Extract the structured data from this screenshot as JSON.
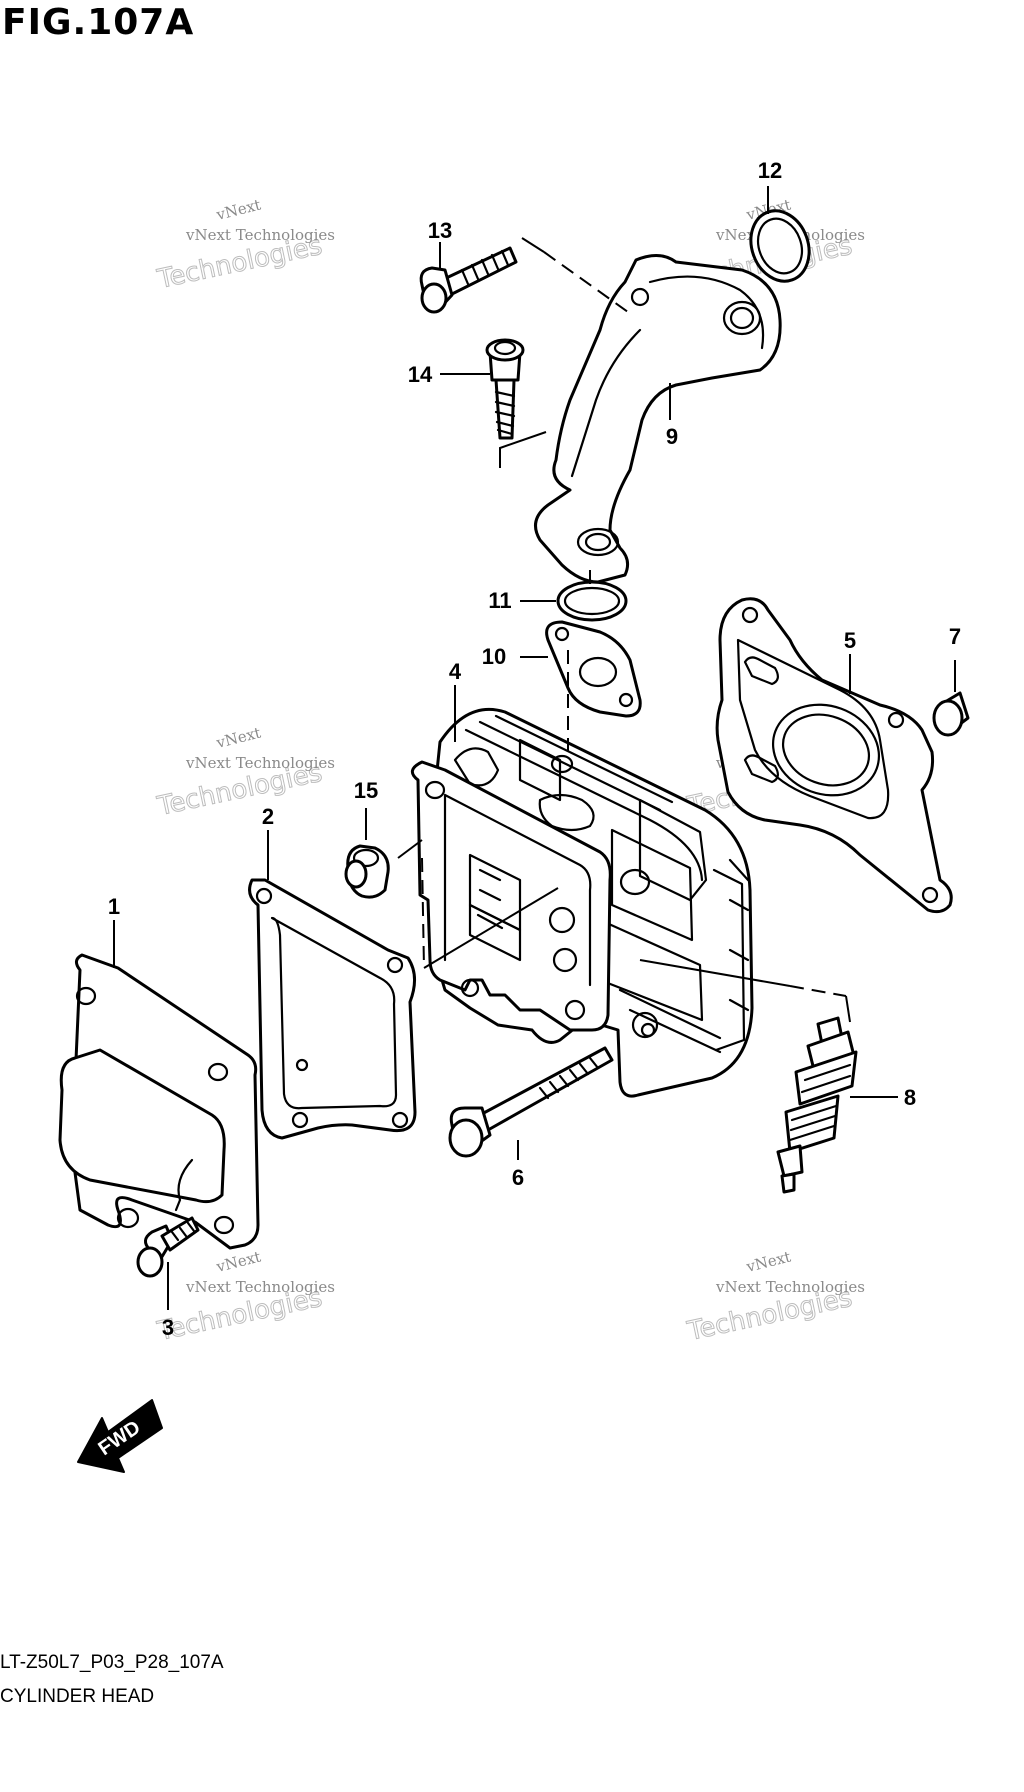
{
  "figure": {
    "title": "FIG.107A",
    "code": "LT-Z50L7_P03_P28_107A",
    "name": "CYLINDER HEAD"
  },
  "callouts": [
    "1",
    "2",
    "3",
    "4",
    "5",
    "6",
    "7",
    "8",
    "9",
    "10",
    "11",
    "12",
    "13",
    "14",
    "15"
  ],
  "direction_label": "FWD",
  "watermark": {
    "line1": "vNext Technologies",
    "line2": "Technologies",
    "arc": "vNext"
  }
}
